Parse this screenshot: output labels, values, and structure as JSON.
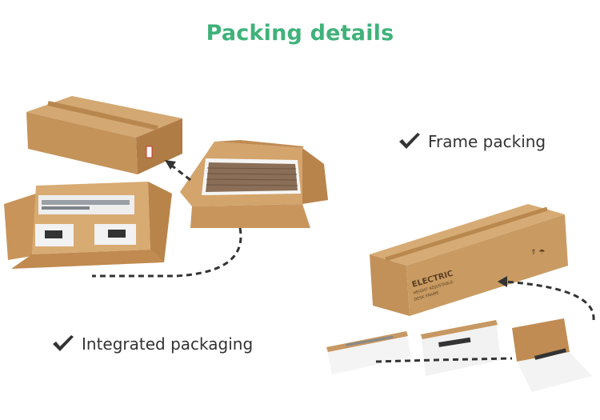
{
  "title": "Packing details",
  "frame_packing": {
    "label": "Frame packing"
  },
  "integrated_packaging": {
    "label": "Integrated packaging"
  },
  "box_print": {
    "line1": "ELECTRIC",
    "line2": "HEIGHT ADJUSTABLE",
    "line3": "DESK FRAME"
  },
  "icons": [
    "check-icon",
    "triangle-down-icon",
    "triangle-up-icon"
  ],
  "colors": {
    "title": "#3fb27a",
    "cardboard": "#c99b62",
    "cardboard_dark": "#a97b46",
    "text": "#333333"
  }
}
